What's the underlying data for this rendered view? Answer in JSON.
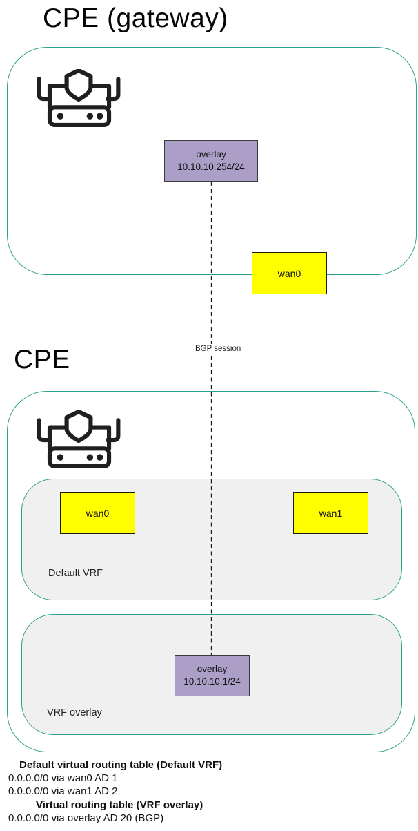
{
  "gateway": {
    "title": "CPE (gateway)",
    "overlay_interface": {
      "name": "overlay",
      "ip": "10.10.10.254/24"
    },
    "wan_interface": {
      "name": "wan0"
    }
  },
  "link": {
    "label": "BGP session"
  },
  "cpe": {
    "title": "CPE",
    "default_vrf": {
      "label": "Default VRF",
      "interfaces": [
        {
          "name": "wan0"
        },
        {
          "name": "wan1"
        }
      ]
    },
    "vrf_overlay": {
      "label": "VRF overlay",
      "overlay_interface": {
        "name": "overlay",
        "ip": "10.10.10.1/24"
      }
    }
  },
  "routing_tables": [
    {
      "heading": "Default virtual routing table (Default VRF)",
      "routes": [
        "0.0.0.0/0 via wan0 AD 1",
        "0.0.0.0/0 via wan1 AD 2"
      ]
    },
    {
      "heading": "Virtual routing table (VRF overlay)",
      "routes": [
        "0.0.0.0/0 via overlay AD 20 (BGP)"
      ]
    }
  ],
  "icons": {
    "firewall": "firewall-router-icon"
  },
  "colors": {
    "zone_border_teal": "#2BA08C",
    "vrf_fill_gray": "#F0F0F0",
    "interface_yellow": "#FFFF00",
    "overlay_purple": "#AB9EC7",
    "icon_black": "#1F1F1F"
  }
}
